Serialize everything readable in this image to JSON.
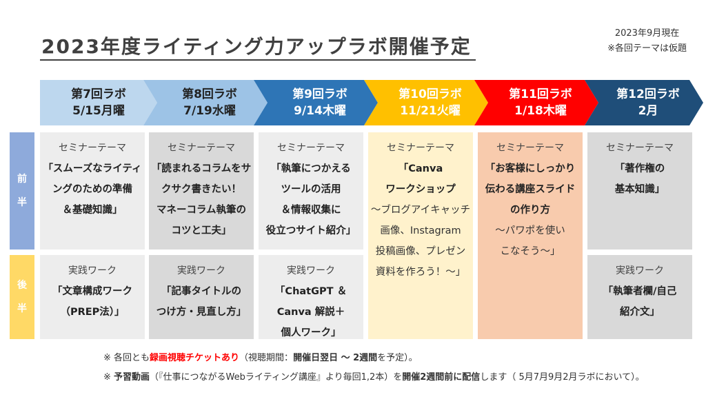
{
  "title": "2023年度ライティング力アップラボ開催予定",
  "meta": {
    "as_of": "2023年9月現在",
    "note": "※各回テーマは仮題"
  },
  "side": {
    "first_half": [
      "前",
      "半"
    ],
    "second_half": [
      "後",
      "半"
    ]
  },
  "labs": [
    {
      "name": "第7回ラボ",
      "date": "5/15月曜",
      "color": "#bdd7ee",
      "text_color": "#222222"
    },
    {
      "name": "第8回ラボ",
      "date": "7/19水曜",
      "color": "#9dc3e6",
      "text_color": "#222222"
    },
    {
      "name": "第9回ラボ",
      "date": "9/14木曜",
      "color": "#2e75b6",
      "text_color": "#ffffff"
    },
    {
      "name": "第10回ラボ",
      "date": "11/21火曜",
      "color": "#ffc000",
      "text_color": "#ffffff"
    },
    {
      "name": "第11回ラボ",
      "date": "1/18木曜",
      "color": "#ff0000",
      "text_color": "#ffffff"
    },
    {
      "name": "第12回ラボ",
      "date": "2月",
      "color": "#1f4e79",
      "text_color": "#ffffff"
    }
  ],
  "seminar_label": "セミナーテーマ",
  "practice_label": "実践ワーク",
  "seminars": [
    {
      "theme": "「スムーズなライティ\nングのための準備\n＆基礎知識」",
      "sub": ""
    },
    {
      "theme": "「読まれるコラムをサ\nクサク書きたい！\nマネーコラム執筆の\nコツと工夫」",
      "sub": ""
    },
    {
      "theme": "「執筆につかえる\nツールの活用\n＆情報収集に\n役立つサイト紹介」",
      "sub": ""
    },
    {
      "theme": "「Canva\nワークショップ",
      "sub": "～ブログアイキャッチ\n画像、Instagram\n投稿画像、プレゼン\n資料を作ろう！～」"
    },
    {
      "theme": "「お客様にしっかり\n伝わる講座スライド\nの作り方",
      "sub": "～パワポを使い\nこなそう～」"
    },
    {
      "theme": "「著作権の\n基本知識」",
      "sub": ""
    }
  ],
  "practices": [
    {
      "theme": "「文章構成ワーク\n（PREP法）」"
    },
    {
      "theme": "「記事タイトルの\nつけ方・見直し方」"
    },
    {
      "theme": "「ChatGPT ＆\nCanva 解説＋\n個人ワーク」"
    },
    {
      "theme": ""
    },
    {
      "theme": ""
    },
    {
      "theme": "「執筆者欄/自己\n紹介文」"
    }
  ],
  "notes": {
    "line1": {
      "prefix": "※ 各回とも",
      "red": "録画視聴チケットあり",
      "mid": "（視聴期間：",
      "bold1": "開催日翌日 ～ 2週間",
      "suffix": "を予定）。"
    },
    "line2": {
      "prefix": "※ ",
      "bold1": "予習動画",
      "mid1": "（『仕事につながるWebライティング講座』より毎回1,2本）を",
      "bold2": "開催2週間前に配信",
      "suffix": "します（ 5月7月9月2月ラボにおいて）。"
    }
  }
}
